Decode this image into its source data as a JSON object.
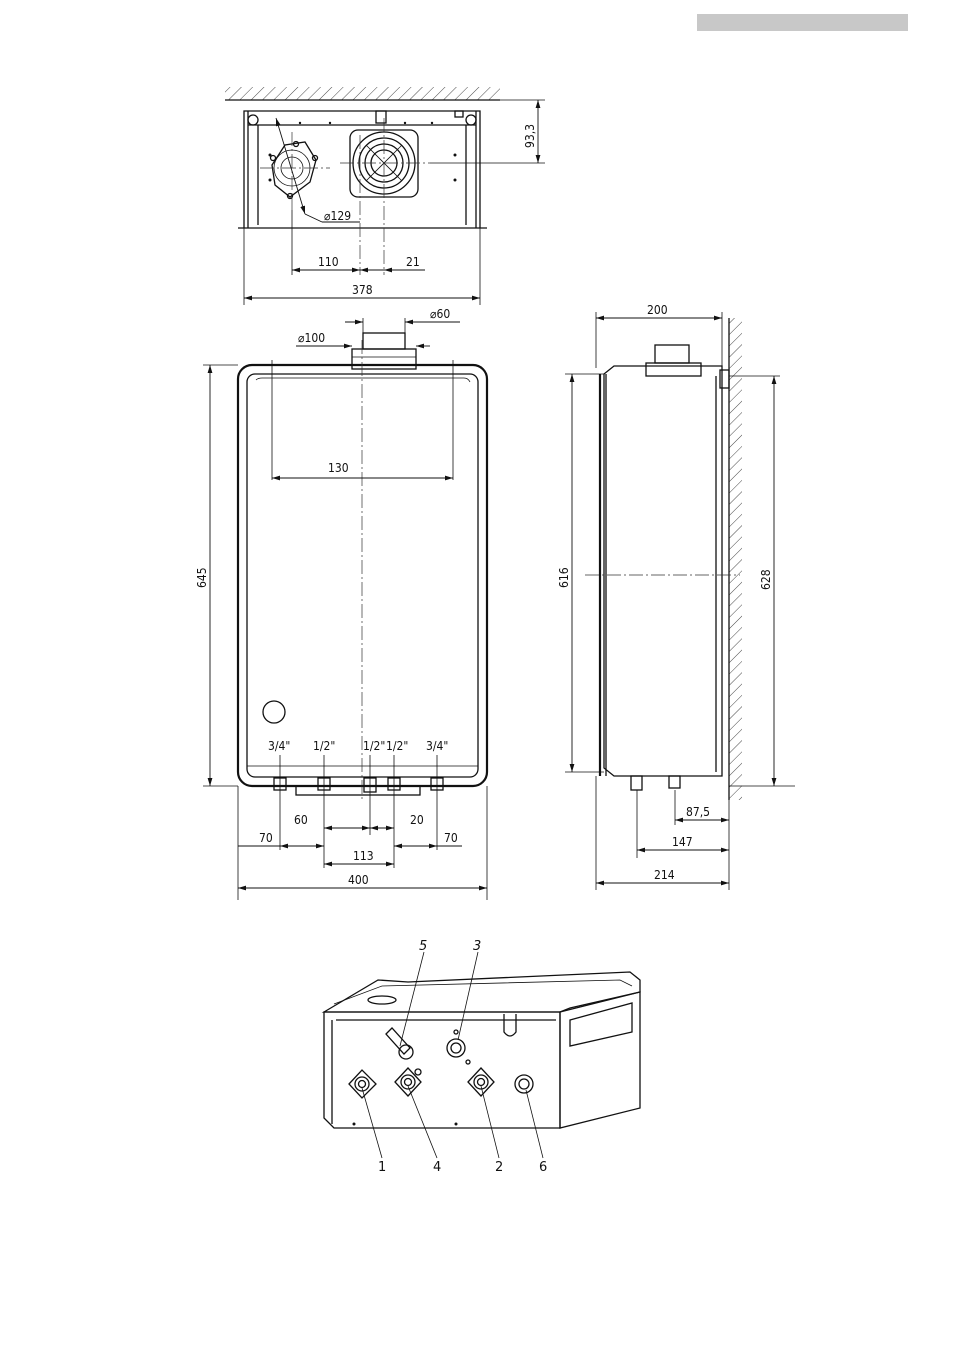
{
  "top_view": {
    "dia_129": "⌀129",
    "dim_93_3": "93,3",
    "dim_110": "110",
    "dim_21": "21",
    "dim_378": "378"
  },
  "front_view": {
    "dia_60": "⌀60",
    "dia_100": "⌀100",
    "dim_130": "130",
    "dim_645": "645",
    "conn_labels": [
      "3/4\"",
      "1/2\"",
      "1/2\"",
      "1/2\"",
      "3/4\""
    ],
    "dim_60": "60",
    "dim_20": "20",
    "dim_70_left": "70",
    "dim_70_right": "70",
    "dim_113": "113",
    "dim_400": "400"
  },
  "side_view": {
    "dim_200": "200",
    "dim_616": "616",
    "dim_628": "628",
    "dim_87_5": "87,5",
    "dim_147": "147",
    "dim_214": "214"
  },
  "iso_view": {
    "callouts": [
      "5",
      "3",
      "1",
      "4",
      "2",
      "6"
    ]
  }
}
